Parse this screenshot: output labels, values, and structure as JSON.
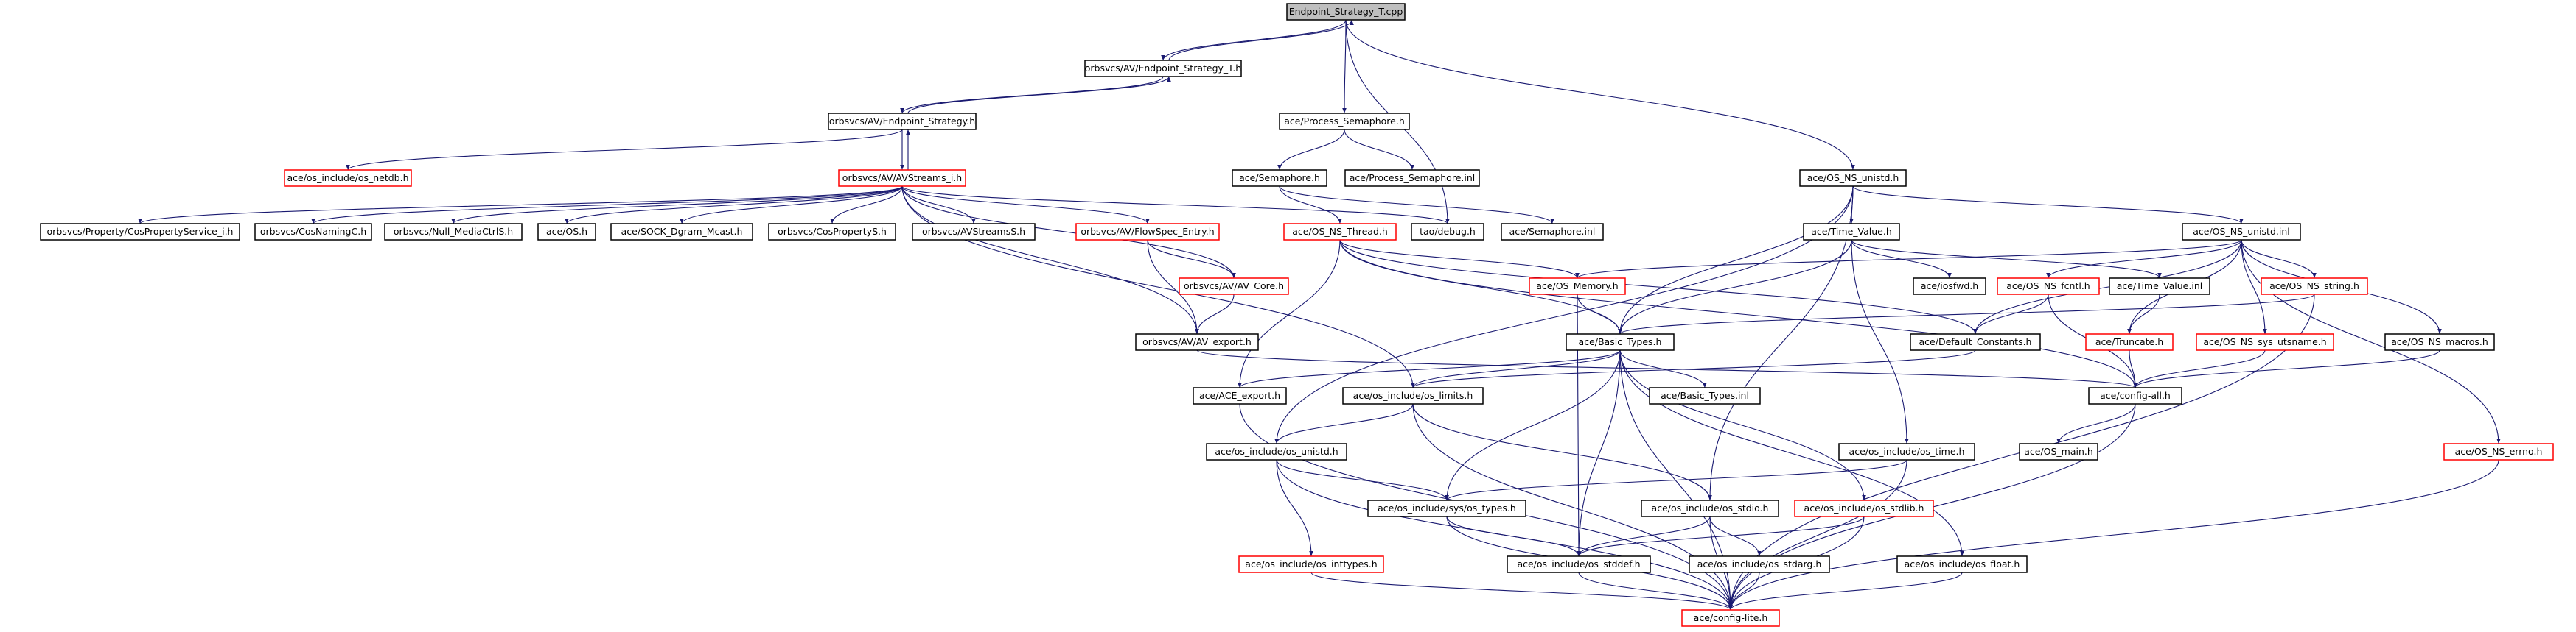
{
  "graph": {
    "title": "Endpoint_Strategy_T.cpp",
    "edge_color": "#191970",
    "node_border_color": "#000000",
    "missing_node_border_color": "#ff0000",
    "root_fill_color": "#bfbfbf",
    "nodes": [
      {
        "id": "root",
        "label": "Endpoint_Strategy_T.cpp",
        "style": "root"
      },
      {
        "id": "est_h",
        "label": "orbsvcs/AV/Endpoint_Strategy_T.h",
        "style": "normal"
      },
      {
        "id": "es_h",
        "label": "orbsvcs/AV/Endpoint_Strategy.h",
        "style": "normal"
      },
      {
        "id": "netdb",
        "label": "ace/os_include/os_netdb.h",
        "style": "red"
      },
      {
        "id": "avstreams_i",
        "label": "orbsvcs/AV/AVStreams_i.h",
        "style": "red"
      },
      {
        "id": "cosprop_i",
        "label": "orbsvcs/Property/CosPropertyService_i.h",
        "style": "normal"
      },
      {
        "id": "cosnamingc",
        "label": "orbsvcs/CosNamingC.h",
        "style": "normal"
      },
      {
        "id": "nullmedia",
        "label": "orbsvcs/Null_MediaCtrlS.h",
        "style": "normal"
      },
      {
        "id": "ace_os",
        "label": "ace/OS.h",
        "style": "normal"
      },
      {
        "id": "sockdgram",
        "label": "ace/SOCK_Dgram_Mcast.h",
        "style": "normal"
      },
      {
        "id": "cosprops",
        "label": "orbsvcs/CosPropertyS.h",
        "style": "normal"
      },
      {
        "id": "avstreamss",
        "label": "orbsvcs/AVStreamsS.h",
        "style": "normal"
      },
      {
        "id": "flowspec",
        "label": "orbsvcs/AV/FlowSpec_Entry.h",
        "style": "red"
      },
      {
        "id": "taodebug",
        "label": "tao/debug.h",
        "style": "normal"
      },
      {
        "id": "avcore",
        "label": "orbsvcs/AV/AV_Core.h",
        "style": "red"
      },
      {
        "id": "avexport",
        "label": "orbsvcs/AV/AV_export.h",
        "style": "normal"
      },
      {
        "id": "procsem_h",
        "label": "ace/Process_Semaphore.h",
        "style": "normal"
      },
      {
        "id": "sem_h",
        "label": "ace/Semaphore.h",
        "style": "normal"
      },
      {
        "id": "procsem_inl",
        "label": "ace/Process_Semaphore.inl",
        "style": "normal"
      },
      {
        "id": "osthread",
        "label": "ace/OS_NS_Thread.h",
        "style": "red"
      },
      {
        "id": "sem_inl",
        "label": "ace/Semaphore.inl",
        "style": "normal"
      },
      {
        "id": "osunistd_h",
        "label": "ace/OS_NS_unistd.h",
        "style": "normal"
      },
      {
        "id": "timevalue_h",
        "label": "ace/Time_Value.h",
        "style": "normal"
      },
      {
        "id": "osunistd_inl",
        "label": "ace/OS_NS_unistd.inl",
        "style": "normal"
      },
      {
        "id": "osmemory",
        "label": "ace/OS_Memory.h",
        "style": "red"
      },
      {
        "id": "iosfwd",
        "label": "ace/iosfwd.h",
        "style": "normal"
      },
      {
        "id": "osfcntl",
        "label": "ace/OS_NS_fcntl.h",
        "style": "red"
      },
      {
        "id": "timevalue_inl",
        "label": "ace/Time_Value.inl",
        "style": "normal"
      },
      {
        "id": "osstring",
        "label": "ace/OS_NS_string.h",
        "style": "red"
      },
      {
        "id": "basictypes_h",
        "label": "ace/Basic_Types.h",
        "style": "normal"
      },
      {
        "id": "defconst",
        "label": "ace/Default_Constants.h",
        "style": "normal"
      },
      {
        "id": "truncate",
        "label": "ace/Truncate.h",
        "style": "red"
      },
      {
        "id": "utsname",
        "label": "ace/OS_NS_sys_utsname.h",
        "style": "red"
      },
      {
        "id": "osmacros",
        "label": "ace/OS_NS_macros.h",
        "style": "normal"
      },
      {
        "id": "aceexport",
        "label": "ace/ACE_export.h",
        "style": "normal"
      },
      {
        "id": "oslimits",
        "label": "ace/os_include/os_limits.h",
        "style": "normal"
      },
      {
        "id": "basictypes_inl",
        "label": "ace/Basic_Types.inl",
        "style": "normal"
      },
      {
        "id": "configall",
        "label": "ace/config-all.h",
        "style": "normal"
      },
      {
        "id": "osmain",
        "label": "ace/OS_main.h",
        "style": "normal"
      },
      {
        "id": "oserrno",
        "label": "ace/OS_NS_errno.h",
        "style": "red"
      },
      {
        "id": "ostime",
        "label": "ace/os_include/os_time.h",
        "style": "normal"
      },
      {
        "id": "osunistd_inc",
        "label": "ace/os_include/os_unistd.h",
        "style": "normal"
      },
      {
        "id": "ostypes",
        "label": "ace/os_include/sys/os_types.h",
        "style": "normal"
      },
      {
        "id": "osstdio",
        "label": "ace/os_include/os_stdio.h",
        "style": "normal"
      },
      {
        "id": "osstdlib",
        "label": "ace/os_include/os_stdlib.h",
        "style": "red"
      },
      {
        "id": "osinttypes",
        "label": "ace/os_include/os_inttypes.h",
        "style": "red"
      },
      {
        "id": "osstddef",
        "label": "ace/os_include/os_stddef.h",
        "style": "normal"
      },
      {
        "id": "osstdarg",
        "label": "ace/os_include/os_stdarg.h",
        "style": "normal"
      },
      {
        "id": "osfloat",
        "label": "ace/os_include/os_float.h",
        "style": "normal"
      },
      {
        "id": "configlite",
        "label": "ace/config-lite.h",
        "style": "red"
      }
    ],
    "edges": [
      [
        "root",
        "est_h"
      ],
      [
        "est_h",
        "root"
      ],
      [
        "root",
        "procsem_h"
      ],
      [
        "root",
        "osunistd_h"
      ],
      [
        "root",
        "taodebug"
      ],
      [
        "est_h",
        "es_h"
      ],
      [
        "es_h",
        "est_h"
      ],
      [
        "es_h",
        "netdb"
      ],
      [
        "es_h",
        "avstreams_i"
      ],
      [
        "avstreams_i",
        "es_h"
      ],
      [
        "avstreams_i",
        "cosprop_i"
      ],
      [
        "avstreams_i",
        "cosnamingc"
      ],
      [
        "avstreams_i",
        "nullmedia"
      ],
      [
        "avstreams_i",
        "ace_os"
      ],
      [
        "avstreams_i",
        "sockdgram"
      ],
      [
        "avstreams_i",
        "cosprops"
      ],
      [
        "avstreams_i",
        "avstreamss"
      ],
      [
        "avstreams_i",
        "flowspec"
      ],
      [
        "avstreams_i",
        "taodebug"
      ],
      [
        "avstreams_i",
        "avcore"
      ],
      [
        "avstreams_i",
        "avexport"
      ],
      [
        "avstreams_i",
        "oslimits"
      ],
      [
        "flowspec",
        "avcore"
      ],
      [
        "flowspec",
        "avexport"
      ],
      [
        "avcore",
        "avexport"
      ],
      [
        "avexport",
        "configall"
      ],
      [
        "procsem_h",
        "sem_h"
      ],
      [
        "procsem_h",
        "procsem_inl"
      ],
      [
        "sem_h",
        "osthread"
      ],
      [
        "sem_h",
        "sem_inl"
      ],
      [
        "osthread",
        "aceexport"
      ],
      [
        "osthread",
        "basictypes_h"
      ],
      [
        "osthread",
        "osmemory"
      ],
      [
        "osthread",
        "defconst"
      ],
      [
        "osthread",
        "configall"
      ],
      [
        "osunistd_h",
        "timevalue_h"
      ],
      [
        "osunistd_h",
        "osunistd_inl"
      ],
      [
        "osunistd_h",
        "basictypes_h"
      ],
      [
        "osunistd_h",
        "osunistd_inc"
      ],
      [
        "osunistd_h",
        "osstdio"
      ],
      [
        "timevalue_h",
        "iosfwd"
      ],
      [
        "timevalue_h",
        "timevalue_inl"
      ],
      [
        "timevalue_h",
        "basictypes_h"
      ],
      [
        "timevalue_h",
        "ostime"
      ],
      [
        "osunistd_inl",
        "osmemory"
      ],
      [
        "osunistd_inl",
        "osfcntl"
      ],
      [
        "osunistd_inl",
        "osstring"
      ],
      [
        "osunistd_inl",
        "defconst"
      ],
      [
        "osunistd_inl",
        "truncate"
      ],
      [
        "osunistd_inl",
        "utsname"
      ],
      [
        "osunistd_inl",
        "osmacros"
      ],
      [
        "osunistd_inl",
        "oserrno"
      ],
      [
        "osmemory",
        "basictypes_h"
      ],
      [
        "osmemory",
        "osstddef"
      ],
      [
        "osfcntl",
        "defconst"
      ],
      [
        "osfcntl",
        "configall"
      ],
      [
        "timevalue_inl",
        "truncate"
      ],
      [
        "osstring",
        "basictypes_h"
      ],
      [
        "osstring",
        "configlite"
      ],
      [
        "truncate",
        "configall"
      ],
      [
        "utsname",
        "configall"
      ],
      [
        "osmacros",
        "configall"
      ],
      [
        "defconst",
        "oslimits"
      ],
      [
        "basictypes_h",
        "aceexport"
      ],
      [
        "basictypes_h",
        "oslimits"
      ],
      [
        "basictypes_h",
        "basictypes_inl"
      ],
      [
        "basictypes_h",
        "ostypes"
      ],
      [
        "basictypes_h",
        "osstddef"
      ],
      [
        "basictypes_h",
        "osstdlib"
      ],
      [
        "basictypes_h",
        "osfloat"
      ],
      [
        "basictypes_h",
        "configlite"
      ],
      [
        "aceexport",
        "configlite"
      ],
      [
        "oslimits",
        "osunistd_inc"
      ],
      [
        "oslimits",
        "osstdio"
      ],
      [
        "oslimits",
        "configlite"
      ],
      [
        "configall",
        "osmain"
      ],
      [
        "configall",
        "configlite"
      ],
      [
        "osunistd_inc",
        "ostypes"
      ],
      [
        "osunistd_inc",
        "osinttypes"
      ],
      [
        "osunistd_inc",
        "configlite"
      ],
      [
        "ostime",
        "ostypes"
      ],
      [
        "ostime",
        "configlite"
      ],
      [
        "ostypes",
        "osstddef"
      ],
      [
        "ostypes",
        "configlite"
      ],
      [
        "osstdio",
        "osstddef"
      ],
      [
        "osstdio",
        "osstdarg"
      ],
      [
        "osstdio",
        "configlite"
      ],
      [
        "osstdlib",
        "osstddef"
      ],
      [
        "osstdlib",
        "configlite"
      ],
      [
        "osinttypes",
        "configlite"
      ],
      [
        "osstddef",
        "configlite"
      ],
      [
        "osstdarg",
        "configlite"
      ],
      [
        "osfloat",
        "configlite"
      ],
      [
        "oserrno",
        "configlite"
      ]
    ]
  }
}
